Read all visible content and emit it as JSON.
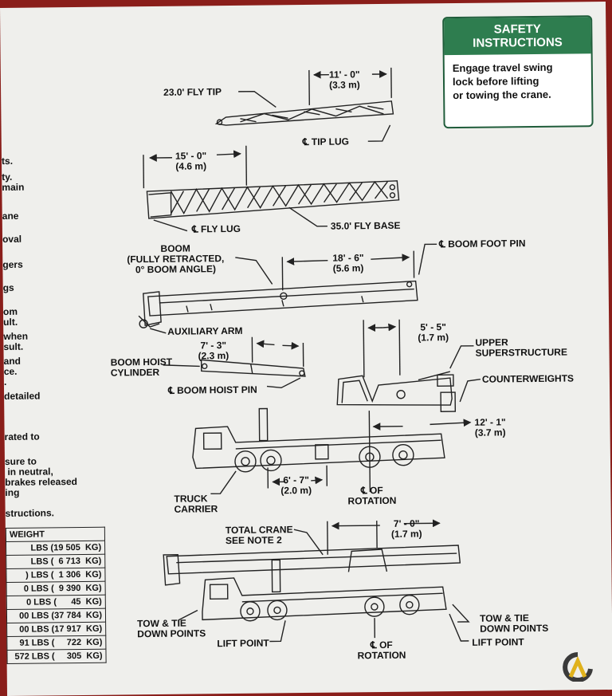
{
  "safety": {
    "title": "SAFETY\nINSTRUCTIONS",
    "body": "Engage travel swing\nlock before lifting\nor towing the crane."
  },
  "left_text": [
    "ts.",
    "ty.\nmain",
    "ane",
    "oval",
    "gers",
    "gs",
    "om\nult.",
    "when\nsult.",
    "and\nce.\n.",
    "detailed",
    "rated to",
    "sure to\n in neutral,\nbrakes released\ning",
    "structions."
  ],
  "weights": {
    "header": "WEIGHT",
    "rows": [
      "LBS (19 505  KG)",
      "LBS (  6 713  KG)",
      ") LBS (  1 306  KG)",
      "0 LBS (  9 390  KG)",
      "0 LBS (      45  KG)",
      "00 LBS (37 784  KG)",
      "00 LBS (17 917  KG)",
      "91 LBS (     722  KG)",
      "572 LBS (     305  KG)"
    ]
  },
  "labels": {
    "fly_tip": "23.0' FLY TIP",
    "dim_11": "11' - 0\"\n(3.3 m)",
    "tip_lug": "℄ TIP LUG",
    "dim_15": "15' - 0\"\n(4.6 m)",
    "fly_lug": "℄ FLY LUG",
    "fly_base": "35.0' FLY BASE",
    "boom": "BOOM\n(FULLY RETRACTED,\n0° BOOM ANGLE)",
    "dim_18": "18' - 6\"\n(5.6 m)",
    "boom_foot_pin": "℄ BOOM FOOT PIN",
    "auxiliary_arm": "AUXILIARY ARM",
    "dim_7_3": "7' - 3\"\n(2.3 m)",
    "boom_hoist_cylinder": "BOOM HOIST\nCYLINDER",
    "boom_hoist_pin": "℄ BOOM HOIST PIN",
    "dim_5_5": "5' - 5\"\n(1.7 m)",
    "upper_superstructure": "UPPER\nSUPERSTRUCTURE",
    "counterweights": "COUNTERWEIGHTS",
    "dim_12_1": "12' - 1\"\n(3.7 m)",
    "dim_6_7": "6' - 7\"\n(2.0 m)",
    "of_rotation_1": "℄ OF\nROTATION",
    "truck_carrier": "TRUCK\nCARRIER",
    "total_crane": "TOTAL CRANE\nSEE NOTE 2",
    "dim_7_0": "7' - 0\"\n(1.7 m)",
    "tow_tie_left": "TOW & TIE\nDOWN POINTS",
    "tow_tie_right": "TOW & TIE\nDOWN POINTS",
    "lift_point_left": "LIFT POINT",
    "lift_point_right": "LIFT POINT",
    "of_rotation_2": "℄ OF\nROTATION"
  },
  "colors": {
    "frame": "#8a1e1a",
    "sheet": "#efefec",
    "safety_header": "#2e7d4f",
    "logo_dark": "#3a3a3a",
    "logo_accent": "#e0b21c"
  },
  "icons": {
    "logo": "crane-market-logo"
  }
}
